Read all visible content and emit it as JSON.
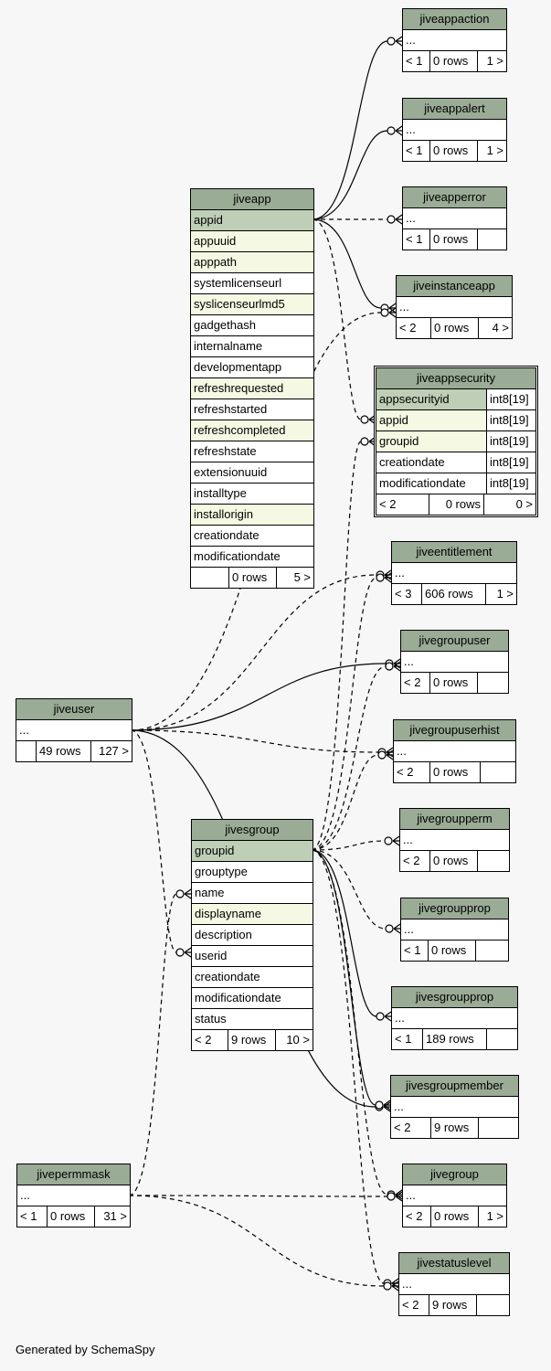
{
  "tables": {
    "jiveappaction": {
      "name": "jiveappaction",
      "cols": [
        "..."
      ],
      "foot": [
        "< 1",
        "0 rows",
        "1 >"
      ]
    },
    "jiveappalert": {
      "name": "jiveappalert",
      "cols": [
        "..."
      ],
      "foot": [
        "< 1",
        "0 rows",
        "1 >"
      ]
    },
    "jiveapperror": {
      "name": "jiveapperror",
      "cols": [
        "..."
      ],
      "foot": [
        "< 1",
        "0 rows",
        ""
      ]
    },
    "jiveinstanceapp": {
      "name": "jiveinstanceapp",
      "cols": [
        "..."
      ],
      "foot": [
        "< 2",
        "0 rows",
        "4 >"
      ]
    },
    "jiveappsecurity": {
      "name": "jiveappsecurity",
      "cols": [
        "appsecurityid",
        "appid",
        "groupid",
        "creationdate",
        "modificationdate"
      ],
      "types": [
        "int8[19]",
        "int8[19]",
        "int8[19]",
        "int8[19]",
        "int8[19]"
      ],
      "foot": [
        "< 2",
        "0 rows",
        "0 >"
      ]
    },
    "jiveentitlement": {
      "name": "jiveentitlement",
      "cols": [
        "..."
      ],
      "foot": [
        "< 3",
        "606 rows",
        "1 >"
      ]
    },
    "jivegroupuser": {
      "name": "jivegroupuser",
      "cols": [
        "..."
      ],
      "foot": [
        "< 2",
        "0 rows",
        ""
      ]
    },
    "jivegroupuserhist": {
      "name": "jivegroupuserhist",
      "cols": [
        "..."
      ],
      "foot": [
        "< 2",
        "0 rows",
        ""
      ]
    },
    "jivegroupperm": {
      "name": "jivegroupperm",
      "cols": [
        "..."
      ],
      "foot": [
        "< 2",
        "0 rows",
        ""
      ]
    },
    "jivegroupprop": {
      "name": "jivegroupprop",
      "cols": [
        "..."
      ],
      "foot": [
        "< 1",
        "0 rows",
        ""
      ]
    },
    "jivesgroupprop": {
      "name": "jivesgroupprop",
      "cols": [
        "..."
      ],
      "foot": [
        "< 1",
        "189 rows",
        ""
      ]
    },
    "jivesgroupmember": {
      "name": "jivesgroupmember",
      "cols": [
        "..."
      ],
      "foot": [
        "< 2",
        "9 rows",
        ""
      ]
    },
    "jivegroup": {
      "name": "jivegroup",
      "cols": [
        "..."
      ],
      "foot": [
        "< 2",
        "0 rows",
        "1 >"
      ]
    },
    "jivestatuslevel": {
      "name": "jivestatuslevel",
      "cols": [
        "..."
      ],
      "foot": [
        "< 2",
        "9 rows",
        ""
      ]
    },
    "jiveapp": {
      "name": "jiveapp",
      "cols": [
        "appid",
        "appuuid",
        "apppath",
        "systemlicenseurl",
        "syslicenseurlmd5",
        "gadgethash",
        "internalname",
        "developmentapp",
        "refreshrequested",
        "refreshstarted",
        "refreshcompleted",
        "refreshstate",
        "extensionuuid",
        "installtype",
        "installorigin",
        "creationdate",
        "modificationdate"
      ],
      "foot": [
        "",
        "0 rows",
        "5 >"
      ]
    },
    "jiveuser": {
      "name": "jiveuser",
      "cols": [
        "..."
      ],
      "foot": [
        "",
        "49 rows",
        "127 >"
      ]
    },
    "jivesgroup": {
      "name": "jivesgroup",
      "cols": [
        "groupid",
        "grouptype",
        "name",
        "displayname",
        "description",
        "userid",
        "creationdate",
        "modificationdate",
        "status"
      ],
      "foot": [
        "< 2",
        "9 rows",
        "10 >"
      ]
    },
    "jivepermmask": {
      "name": "jivepermmask",
      "cols": [
        "..."
      ],
      "foot": [
        "< 1",
        "0 rows",
        "31 >"
      ]
    }
  },
  "footer": "Generated by SchemaSpy"
}
